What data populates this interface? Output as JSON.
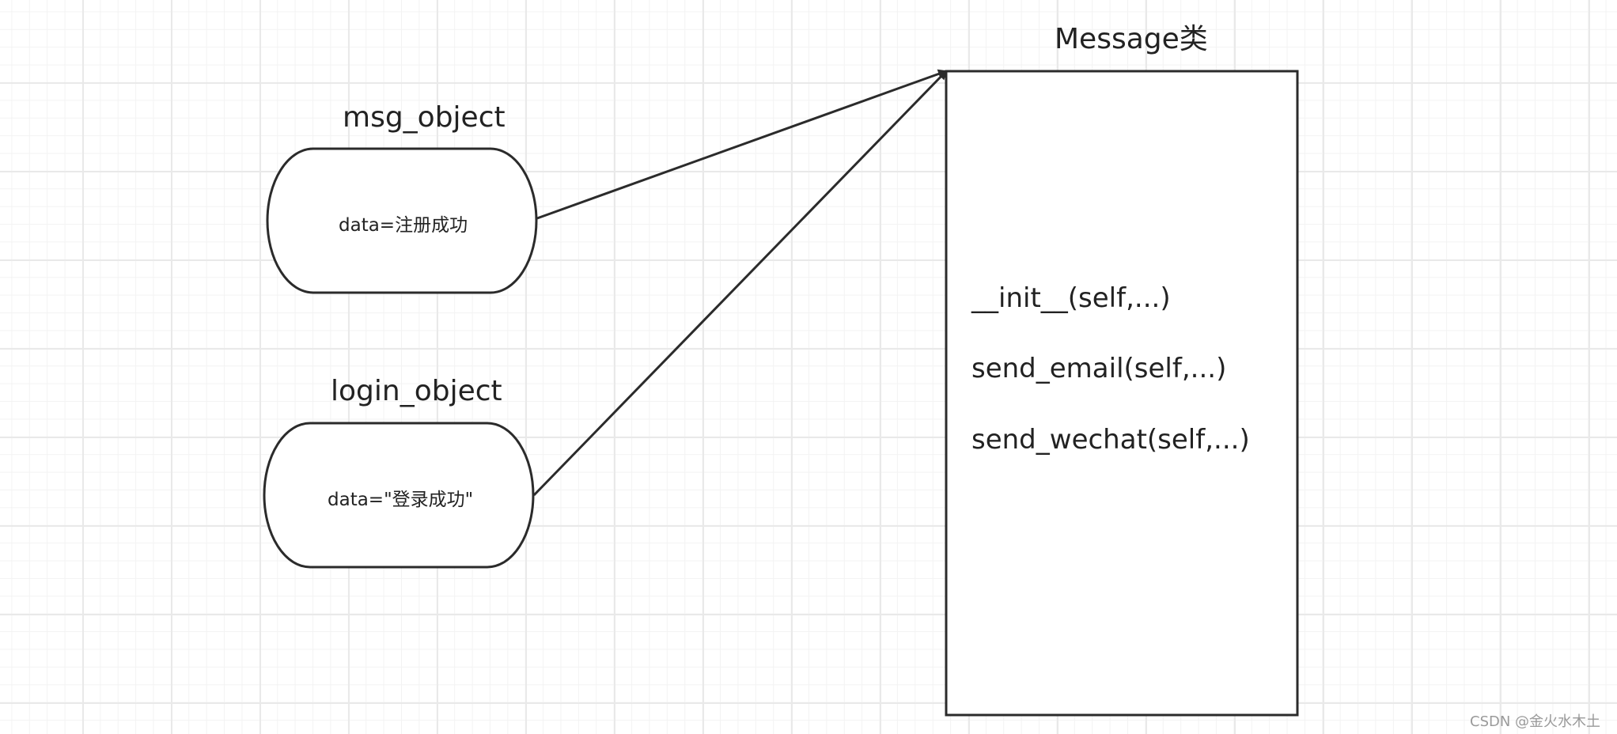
{
  "diagram": {
    "nodes": [
      {
        "id": "msg",
        "title": "msg_object",
        "content": "data=注册成功"
      },
      {
        "id": "login",
        "title": "login_object",
        "content": "data=\"登录成功\""
      }
    ],
    "class_box": {
      "title": "Message类",
      "methods": [
        "__init__(self,...)",
        "send_email(self,...)",
        "send_wechat(self,...)"
      ]
    },
    "edges": [
      {
        "from": "msg",
        "to": "class_box"
      },
      {
        "from": "login",
        "to": "class_box"
      }
    ],
    "colors": {
      "stroke": "#2b2b2b",
      "grid": "#e9e9e9"
    }
  },
  "watermark": "CSDN @金火水木土"
}
